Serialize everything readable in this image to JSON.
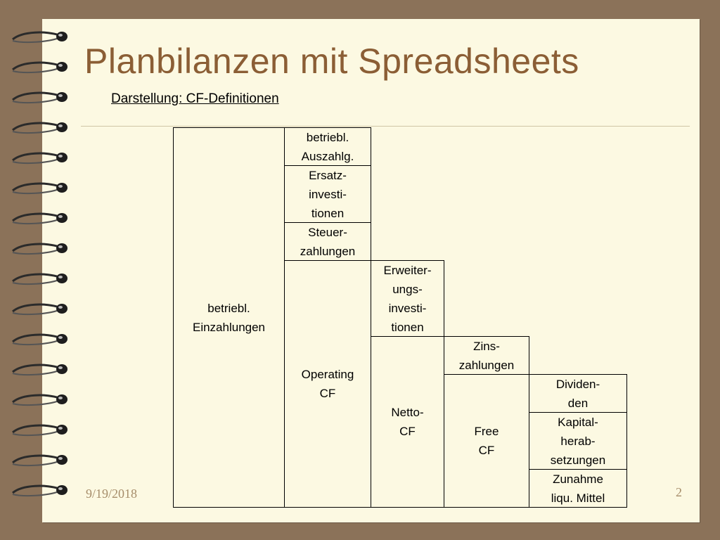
{
  "slide": {
    "title": "Planbilanzen mit Spreadsheets",
    "subtitle": "Darstellung: CF-Definitionen",
    "date": "9/19/2018",
    "page_number": "2"
  },
  "table": {
    "col1": {
      "einzahlungen": "betriebl.\nEinzahlungen"
    },
    "col2": {
      "auszahlungen": "betriebl.\nAuszahlg.",
      "ersatzinvestitionen": "Ersatz-\ninvesti-\ntionen",
      "steuerzahlungen": "Steuer-\nzahlungen",
      "operating_cf": "Operating\nCF"
    },
    "col3": {
      "erweiterungsinvestitionen": "Erweiter-\nungs-\ninvesti-\ntionen",
      "netto_cf": "Netto-\nCF"
    },
    "col4": {
      "zinszahlungen": "Zins-\nzahlungen",
      "free_cf": "Free\nCF"
    },
    "col5": {
      "dividenden": "Dividen-\nden",
      "kapitalherabsetzungen": "Kapital-\nherab-\nsetzungen",
      "zunahme_mittel": "Zunahme\nliqu. Mittel"
    }
  }
}
